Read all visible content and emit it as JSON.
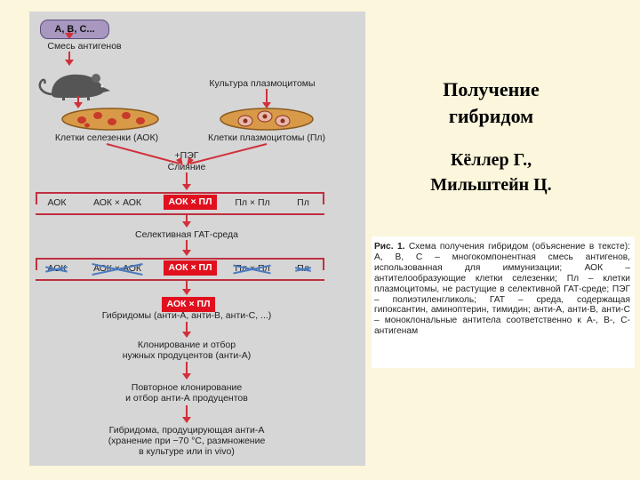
{
  "diagram": {
    "antigens_badge": "A, B, C...",
    "antigen_mix": "Смесь антигенов",
    "plasmacytoma_culture": "Культура плазмоцитомы",
    "spleen_cells": "Клетки селезенки (АОК)",
    "plasmacytoma_cells": "Клетки плазмоцитомы (Пл)",
    "peg": "+ПЭГ",
    "fusion": "Слияние",
    "row1": [
      "АОК",
      "АОК × АОК",
      "АОК × ПЛ",
      "Пл × Пл",
      "Пл"
    ],
    "selective_medium": "Селективная ГАТ-среда",
    "row2": [
      "АОК",
      "АОК × АОК",
      "АОК × ПЛ",
      "Пл × Пл",
      "Пл"
    ],
    "hybrid_box": "АОК × ПЛ",
    "hybridomas": "Гибридомы (анти-А, анти-В, анти-С, ...)",
    "cloning": [
      "Клонирование и отбор",
      "нужных продуцентов (анти-А)"
    ],
    "recloning": [
      "Повторное клонирование",
      "и отбор анти-А продуцентов"
    ],
    "final": [
      "Гибридома, продуцирующая анти-А",
      "(хранение при −70 °С, размножение",
      "в культуре или in vivo)"
    ]
  },
  "title": [
    "Получение",
    "гибридом"
  ],
  "authors": [
    "Кёллер Г.,",
    "Мильштейн Ц."
  ],
  "caption": {
    "label": "Рис. 1.",
    "text": "Схема получения гибридом (объяснение в тексте): А, В, С – многокомпонентная смесь антигенов, использованная для иммунизации; АОК – антителообразующие клетки селезенки; Пл – клетки плазмоцитомы, не растущие в селективной ГАТ-среде; ПЭГ – полиэтиленгликоль; ГАТ – среда, содержащая гипоксантин, аминоптерин, тимидин; анти-А, анти-В, анти-С – моноклональные антитела соответственно к А-, В-, С-антигенам"
  },
  "colors": {
    "panel": "#d6d6d6",
    "arrow": "#d0303a",
    "highlight": "#e0101e",
    "dish": "#d89a48",
    "cell": "#c83a2a",
    "background": "#fbf6dc"
  }
}
